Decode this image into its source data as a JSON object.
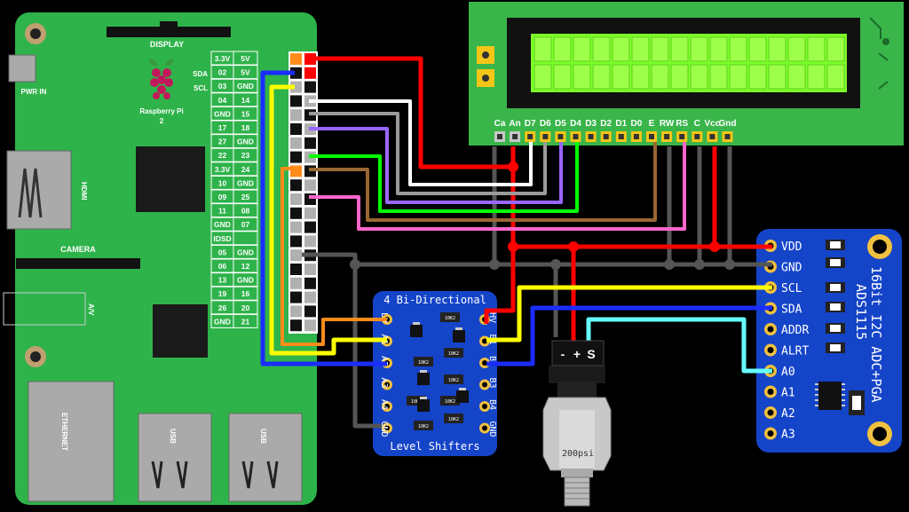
{
  "pi": {
    "display_label": "DISPLAY",
    "pwr_label": "PWR IN",
    "brand": "Raspberry Pi",
    "model": "2",
    "hdmi_label": "HDMI",
    "camera_label": "CAMERA",
    "av_label": "A/V",
    "ethernet_label": "ETHERNET",
    "usb1_label": "USB",
    "usb2_label": "USB",
    "side_labels": [
      "SDA",
      "SCL"
    ],
    "gpio_rows": [
      [
        "3.3V",
        "5V"
      ],
      [
        "02",
        "5V"
      ],
      [
        "03",
        "GND"
      ],
      [
        "04",
        "14"
      ],
      [
        "GND",
        "15"
      ],
      [
        "17",
        "18"
      ],
      [
        "27",
        "GND"
      ],
      [
        "22",
        "23"
      ],
      [
        "3.3V",
        "24"
      ],
      [
        "10",
        "GND"
      ],
      [
        "09",
        "25"
      ],
      [
        "11",
        "08"
      ],
      [
        "GND",
        "07"
      ],
      [
        "IDSD",
        ""
      ],
      [
        "05",
        "GND"
      ],
      [
        "06",
        "12"
      ],
      [
        "13",
        "GND"
      ],
      [
        "19",
        "16"
      ],
      [
        "26",
        "20"
      ],
      [
        "GND",
        "21"
      ]
    ]
  },
  "lcd": {
    "pins": [
      "Ca",
      "An",
      "D7",
      "D6",
      "D5",
      "D4",
      "D3",
      "D2",
      "D1",
      "D0",
      "E",
      "RW",
      "RS",
      "C",
      "Vcc",
      "Gnd"
    ]
  },
  "adc": {
    "pins": [
      "VDD",
      "GND",
      "SCL",
      "SDA",
      "ADDR",
      "ALRT",
      "A0",
      "A1",
      "A2",
      "A3"
    ],
    "title_line1": "16Bit I2C ADC+PGA",
    "title_line2": "ADS1115"
  },
  "level_shifter": {
    "title_top": "4 Bi-Directional",
    "title_bottom": "Level Shifters",
    "left_pins": [
      "LV",
      "A1",
      "A2",
      "A3",
      "A4",
      "GND"
    ],
    "right_pins": [
      "HV",
      "B1",
      "B2",
      "B3",
      "B4",
      "GND"
    ],
    "resistor_labels": [
      "10K2",
      "10K2",
      "10K2",
      "10K2",
      "10K2",
      "10K2",
      "10K2",
      "10K2"
    ]
  },
  "sensor": {
    "terminal_labels": [
      "-",
      "+",
      "S"
    ],
    "rating": "200psi"
  },
  "colors": {
    "board_green": "#2eb34a",
    "board_blue": "#1444c8",
    "lcd_green": "#39b54a",
    "lcd_screen": "#7cff2a",
    "wire_red": "#ff0000",
    "wire_black": "#555555",
    "wire_yellow": "#ffff00",
    "wire_blue": "#1a2cff",
    "wire_white": "#ffffff",
    "wire_purple": "#9966ff",
    "wire_green": "#00ff00",
    "wire_brown": "#996633",
    "wire_pink": "#ff66cc",
    "wire_orange": "#ff8c1a",
    "wire_cyan": "#66ffff",
    "wire_gray": "#9b9b9b"
  }
}
